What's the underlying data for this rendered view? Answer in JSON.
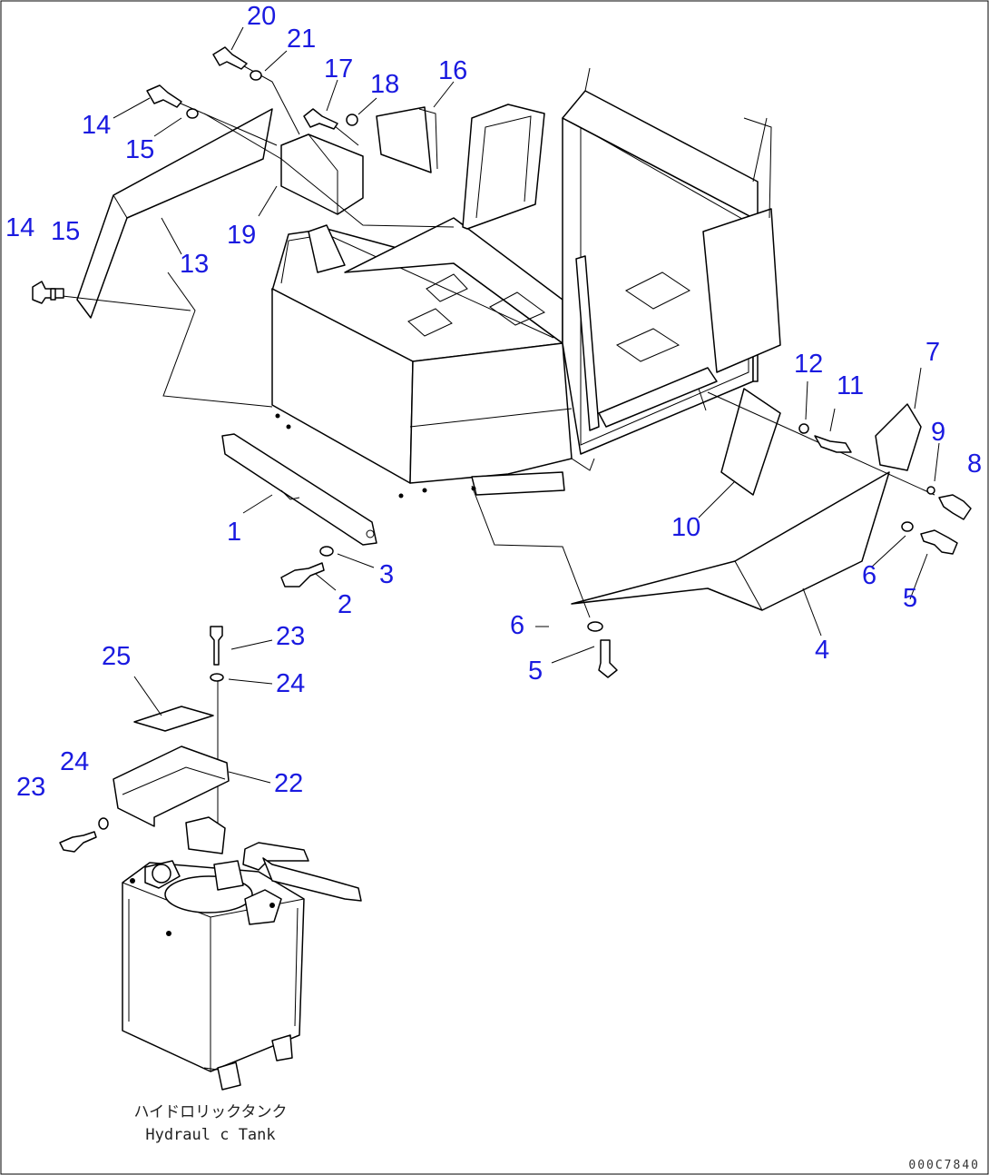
{
  "callouts": [
    "1",
    "2",
    "3",
    "4",
    "5",
    "5",
    "6",
    "6",
    "7",
    "8",
    "9",
    "10",
    "11",
    "12",
    "13",
    "14",
    "14",
    "15",
    "15",
    "16",
    "17",
    "18",
    "19",
    "20",
    "21",
    "22",
    "23",
    "23",
    "24",
    "24",
    "25"
  ],
  "tank_label": {
    "jp": "ハイドロリックタンク",
    "en": "Hydraul c Tank"
  },
  "doc_id": "000C7840",
  "colors": {
    "callout": "#1a1ae0",
    "line": "#000000",
    "background": "#ffffff"
  }
}
